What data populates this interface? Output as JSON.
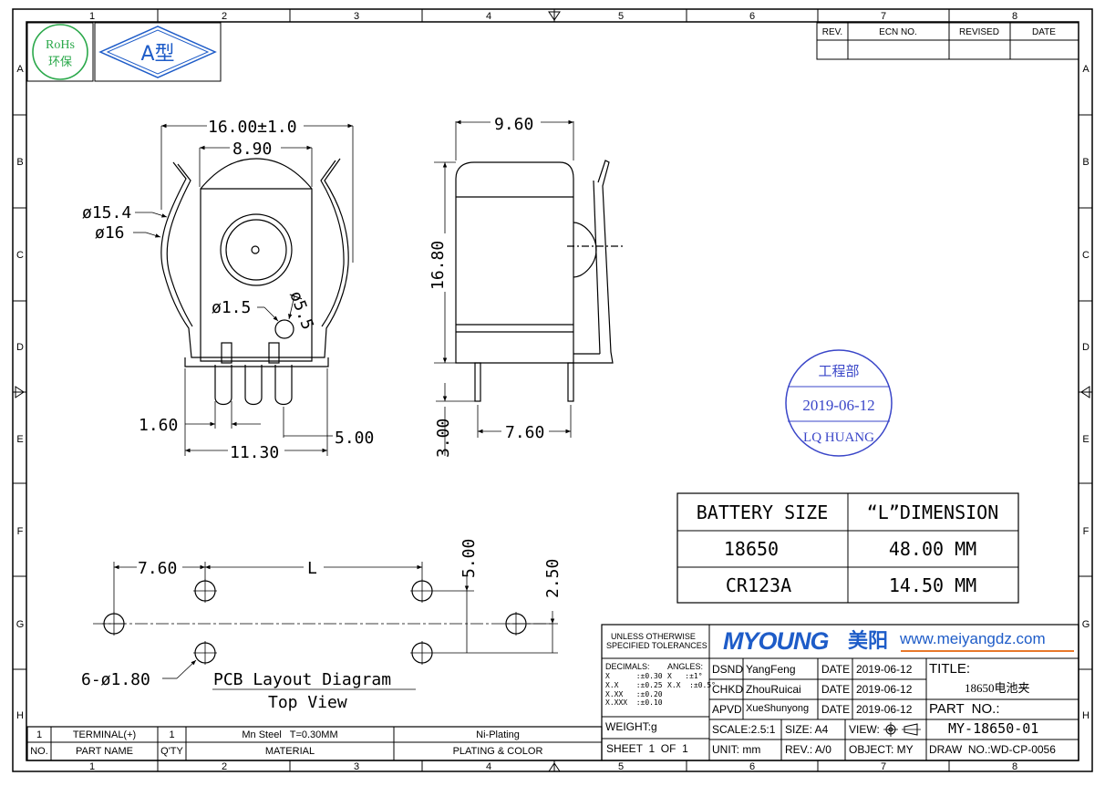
{
  "zones": {
    "columns": [
      "1",
      "2",
      "3",
      "4",
      "5",
      "6",
      "7",
      "8"
    ],
    "rows": [
      "A",
      "B",
      "C",
      "D",
      "E",
      "F",
      "G",
      "H"
    ]
  },
  "logos": {
    "rohs_top": "RoHs",
    "rohs_bottom": "环保",
    "type_label": "A型"
  },
  "revision_table": {
    "headers": [
      "REV.",
      "ECN NO.",
      "REVISED",
      "DATE"
    ]
  },
  "dimensions": {
    "front_width": "16.00±1.0",
    "front_inner": "8.90",
    "dia_outer_a": "ø15.4",
    "dia_outer_b": "ø16",
    "dia_small": "ø1.5",
    "dia_button": "ø5.5",
    "pin_pitch": "1.60",
    "pin_offset": "5.00",
    "base_width": "11.30",
    "side_width": "9.60",
    "side_height": "16.80",
    "pin_length": "3.00",
    "side_pin_span": "7.60",
    "pcb_left": "7.60",
    "pcb_L": "L",
    "pcb_v1": "5.00",
    "pcb_v2": "2.50",
    "pcb_holes": "6-ø1.80"
  },
  "pcb_caption": {
    "title": "PCB Layout Diagram",
    "subtitle": "Top View"
  },
  "stamp": {
    "dept": "工程部",
    "date": "2019-06-12",
    "name": "LQ HUANG",
    "color": "#3a46c8"
  },
  "battery_table": {
    "header_left": "BATTERY SIZE",
    "header_right": "“L”DIMENSION",
    "rows": [
      {
        "size": "18650",
        "dim": "48.00  MM"
      },
      {
        "size": "CR123A",
        "dim": "14.50  MM"
      }
    ]
  },
  "title_block": {
    "tolerance_note_1": "UNLESS OTHERWISE",
    "tolerance_note_2": "SPECIFIED TOLERANCES",
    "decimals_label": "DECIMALS:",
    "angles_label": "ANGLES:",
    "tol_lines": [
      "X      :±0.30",
      "X.X    :±0.25",
      "X.XX   :±0.20",
      "X.XXX  :±0.10"
    ],
    "ang_lines": [
      "X   :±1°",
      "X.X  :±0.5°"
    ],
    "weight": "WEIGHT:g",
    "sheet": "SHEET  1  OF  1",
    "brand_text": "MYOUNG",
    "brand_cn": "美阳",
    "brand_color": "#1e5cc8",
    "brand_accent": "#e8782a",
    "website": "www.meiyangdz.com",
    "dsnd_label": "DSND",
    "dsnd_name": "YangFeng",
    "chkd_label": "CHKD",
    "chkd_name": "ZhouRuicai",
    "apvd_label": "APVD",
    "apvd_name": "XueShunyong",
    "date_label": "DATE",
    "date_value": "2019-06-12",
    "title_label": "TITLE:",
    "title_value": "18650电池夹",
    "part_label": "PART  NO.:",
    "part_value": "MY-18650-01",
    "scale": "SCALE:2.5:1",
    "size": "SIZE: A4",
    "view": "VIEW:",
    "unit": "UNIT: mm",
    "rev": "REV.: A/0",
    "object": "OBJECT: MY",
    "drawing_no": "DRAW  NO.:WD-CP-0056"
  },
  "bom": {
    "row": {
      "no": "1",
      "part": "TERMINAL(+)",
      "qty": "1",
      "material": "Mn Steel   T=0.30MM",
      "plating": "Ni-Plating"
    },
    "headers": {
      "no": "NO.",
      "part": "PART NAME",
      "qty": "Q'TY",
      "material": "MATERIAL",
      "plating": "PLATING & COLOR"
    }
  }
}
